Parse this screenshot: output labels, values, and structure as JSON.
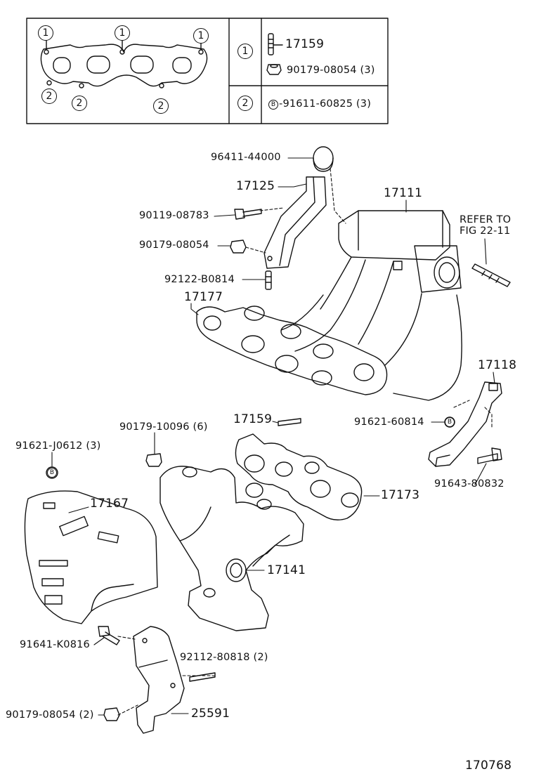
{
  "legend": {
    "mark_1": "1",
    "mark_2": "2",
    "row1_part_a": "17159",
    "row1_part_b": "90179-08054 (3)",
    "row2_b_mark": "B",
    "row2_part": "91611-60825 (3)"
  },
  "callouts": {
    "p96411_44000": "96411-44000",
    "p17125": "17125",
    "p90119_08783": "90119-08783",
    "p90179_08054_top": "90179-08054",
    "p92122_b0814": "92122-B0814",
    "p17177": "17177",
    "p17111": "17111",
    "refer_line1": "REFER TO",
    "refer_line2": "FIG 22-11",
    "p17118": "17118",
    "p91621_60814": "91621-60814",
    "b_mark": "B",
    "p17159": "17159",
    "p90179_10096": "90179-10096 (6)",
    "p91621_j0612": "91621-J0612 (3)",
    "p17173": "17173",
    "p91643_80832": "91643-80832",
    "p17167": "17167",
    "p17141": "17141",
    "p91641_k0816": "91641-K0816",
    "p92112_80818": "92112-80818 (2)",
    "p90179_08054_bottom": "90179-08054 (2)",
    "p25591": "25591"
  },
  "figure_number": "170768"
}
